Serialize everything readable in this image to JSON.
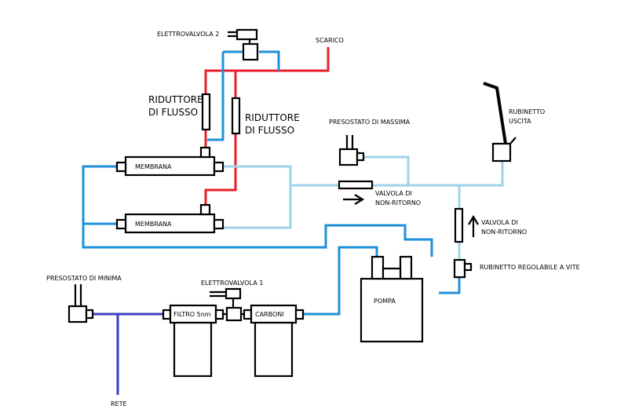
{
  "colors": {
    "drain": "#e8202a",
    "filtered_water": "#1e90d8",
    "permeate": "#9fd3ea",
    "mains": "#3c3fc0",
    "outline": "#000000"
  },
  "labels": {
    "elettrovalvola_2": "ELETTROVALVOLA 2",
    "scarico": "SCARICO",
    "riduttore_1_line1": "RIDUTTORE",
    "riduttore_1_line2": "DI FLUSSO",
    "riduttore_2_line1": "RIDUTTORE",
    "riduttore_2_line2": "DI FLUSSO",
    "membrana_top": "MEMBRANA",
    "membrana_bottom": "MEMBRANA",
    "presostato_massima": "PRESOSTATO DI MASSIMA",
    "rubinetto_uscita_line1": "RUBINETTO",
    "rubinetto_uscita_line2": "USCITA",
    "valvola_nr_1_line1": "VALVOLA DI",
    "valvola_nr_1_line2": "NON-RITORNO",
    "valvola_nr_2_line1": "VALVOLA DI",
    "valvola_nr_2_line2": "NON-RITORNO",
    "rubinetto_regolabile": "RUBINETTO REGOLABILE A VITE",
    "presostato_minima": "PRESOSTATO DI MINIMA",
    "elettrovalvola_1": "ELETTROVALVOLA  1",
    "pompa": "POMPA",
    "filtro": "FILTRO 5nm",
    "carboni": "CARBONI",
    "rete": "RETE"
  }
}
